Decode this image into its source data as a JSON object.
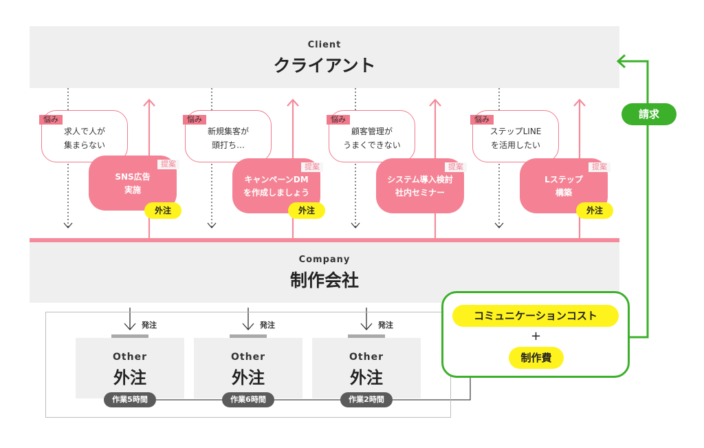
{
  "client": {
    "label_en": "Client",
    "label_ja": "クライアント"
  },
  "company": {
    "label_en": "Company",
    "label_ja": "制作会社"
  },
  "colors": {
    "pink": "#f48294",
    "pink_line": "#f48a9a",
    "green": "#3cb02a",
    "yellow": "#fff31e",
    "gray_band": "#efefef",
    "dark_badge": "#5b5b5b"
  },
  "cases": [
    {
      "worry_tag": "悩み",
      "worry_lines": [
        "求人で人が",
        "集まらない"
      ],
      "proposal_tag": "提案",
      "proposal_lines": [
        "SNS広告",
        "実施"
      ],
      "outsource_badge": "外注"
    },
    {
      "worry_tag": "悩み",
      "worry_lines": [
        "新規集客が",
        "頭打ち…"
      ],
      "proposal_tag": "提案",
      "proposal_lines": [
        "キャンペーンDM",
        "を作成しましょう"
      ],
      "outsource_badge": "外注"
    },
    {
      "worry_tag": "悩み",
      "worry_lines": [
        "顧客管理が",
        "うまくできない"
      ],
      "proposal_tag": "提案",
      "proposal_lines": [
        "システム導入検討",
        "社内セミナー"
      ],
      "outsource_badge": null
    },
    {
      "worry_tag": "悩み",
      "worry_lines": [
        "ステップLINE",
        "を活用したい"
      ],
      "proposal_tag": "提案",
      "proposal_lines": [
        "Lステップ",
        "構築"
      ],
      "outsource_badge": "外注"
    }
  ],
  "vendors": [
    {
      "order_label": "発注",
      "label_en": "Other",
      "label_ja": "外注",
      "hours": "作業5時間"
    },
    {
      "order_label": "発注",
      "label_en": "Other",
      "label_ja": "外注",
      "hours": "作業6時間"
    },
    {
      "order_label": "発注",
      "label_en": "Other",
      "label_ja": "外注",
      "hours": "作業2時間"
    }
  ],
  "cost": {
    "communication": "コミュニケーションコスト",
    "plus": "+",
    "production": "制作費"
  },
  "billing": {
    "label": "請求"
  }
}
